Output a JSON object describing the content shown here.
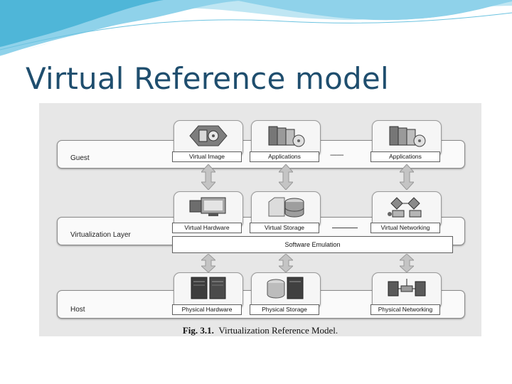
{
  "slide": {
    "title": "Virtual Reference model",
    "colors": {
      "title": "#1f4e6e",
      "wave_dark": "#4fb6d8",
      "wave_light": "#bfe6f3"
    }
  },
  "figure": {
    "layers": {
      "guest": "Guest",
      "virtualization": "Virtualization Layer",
      "host": "Host"
    },
    "guest": {
      "image": "Virtual Image",
      "apps_1": "Applications",
      "dashes": "--------",
      "apps_2": "Applications"
    },
    "virtualization": {
      "hardware": "Virtual Hardware",
      "storage": "Virtual Storage",
      "networking": "Virtual Networking",
      "emulation": "Software Emulation"
    },
    "host": {
      "hardware": "Physical Hardware",
      "storage": "Physical Storage",
      "networking": "Physical Networking"
    },
    "caption": {
      "label": "Fig. 3.1.",
      "text": "Virtualization Reference Model."
    },
    "icons": [
      "disk-image-icon",
      "applications-icon",
      "applications-icon",
      "virtual-hardware-icon",
      "virtual-storage-icon",
      "virtual-networking-icon",
      "server-icon",
      "storage-icon",
      "network-icon"
    ]
  }
}
